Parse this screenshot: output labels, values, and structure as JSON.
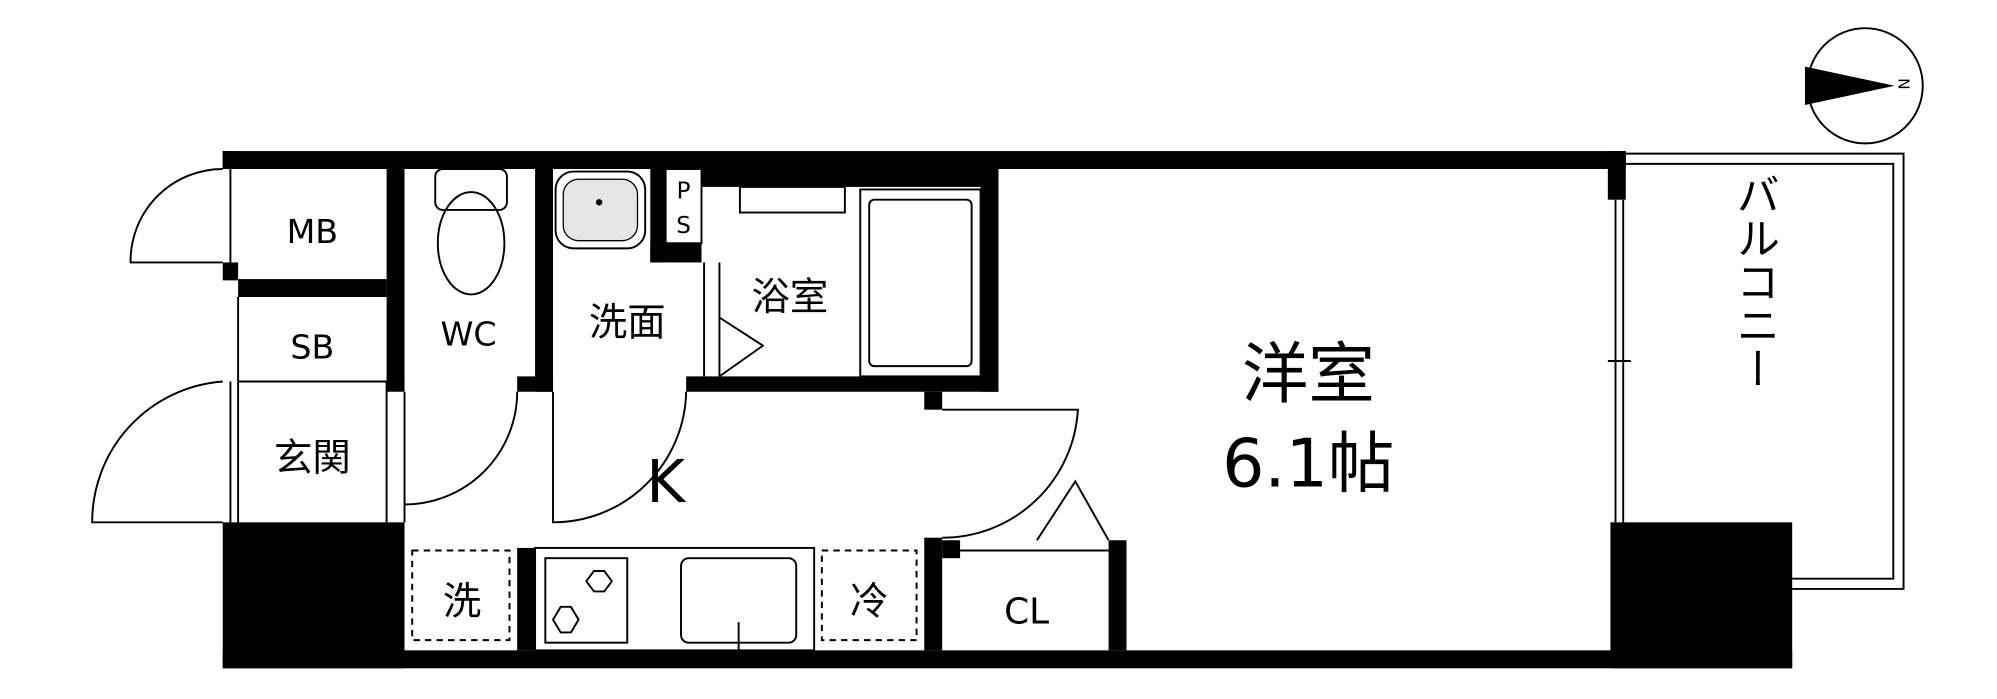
{
  "floorplan": {
    "rooms": {
      "mb": "MB",
      "sb": "SB",
      "wc": "WC",
      "ps_p": "P",
      "ps_s": "S",
      "washroom": "洗面",
      "bathroom": "浴室",
      "entrance": "玄関",
      "kitchen": "K",
      "western_room": "洋室",
      "western_room_size": "6.1帖",
      "closet": "CL",
      "balcony": "バルコニー",
      "washer": "洗",
      "fridge": "冷"
    },
    "compass": {
      "label": "N",
      "icon": "north-arrow-icon"
    },
    "colors": {
      "wall": "#000000",
      "background": "#ffffff",
      "sink": "#e6e6e6"
    }
  }
}
